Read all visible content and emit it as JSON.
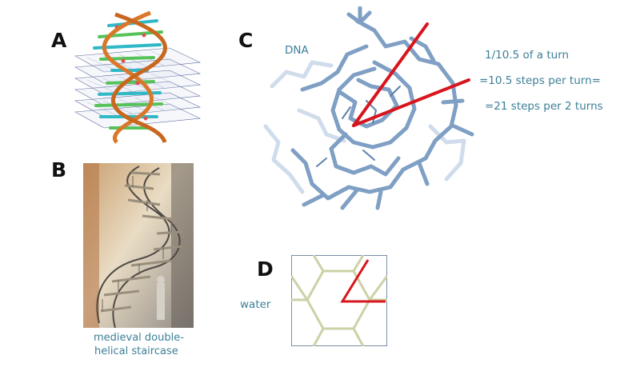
{
  "panels": {
    "a": {
      "letter": "A"
    },
    "b": {
      "letter": "B",
      "caption_line1": "medieval double-",
      "caption_line2": "helical staircase"
    },
    "c": {
      "letter": "C",
      "label": "DNA",
      "annotations": [
        "1/10.5 of a turn",
        "=10.5 steps per turn=",
        "=21 steps per 2 turns"
      ]
    },
    "d": {
      "letter": "D",
      "label": "water"
    }
  },
  "colors": {
    "accent_red": "#d8141c",
    "caption_teal": "#3c7f97",
    "backbone_orange": "#d9782b",
    "molecule_blue": "#7f9fc4",
    "hex_line": "#ccd1a6"
  }
}
